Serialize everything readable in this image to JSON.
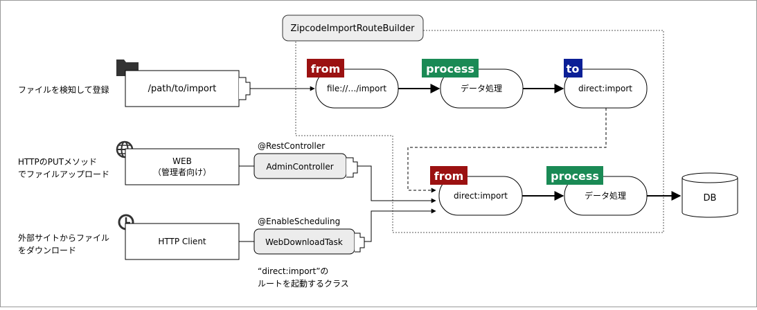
{
  "route_builder": {
    "label": "ZipcodeImportRouteBuilder"
  },
  "left_labels": {
    "file_watch": "ファイルを検知して登録",
    "http_put": [
      "HTTPのPUTメソッド",
      "でファイルアップロード"
    ],
    "external": [
      "外部サイトからファイル",
      "をダウンロード"
    ]
  },
  "sources": {
    "folder": "/path/to/import",
    "web": [
      "WEB",
      "（管理者向け）"
    ],
    "http_client": "HTTP Client"
  },
  "controllers": {
    "admin": {
      "annotation": "@RestController",
      "name": "AdminController"
    },
    "download": {
      "annotation": "@EnableScheduling",
      "name": "WebDownloadTask"
    }
  },
  "route1": {
    "from": {
      "badge": "from",
      "label": "file://…/import"
    },
    "process": {
      "badge": "process",
      "label": "データ処理"
    },
    "to": {
      "badge": "to",
      "label": "direct:import"
    }
  },
  "route2": {
    "from": {
      "badge": "from",
      "label": "direct:import"
    },
    "process": {
      "badge": "process",
      "label": "データ処理"
    }
  },
  "db": {
    "label": "DB"
  },
  "note": [
    "“direct:import”の",
    "ルートを起動するクラス"
  ],
  "colors": {
    "from_badge": "#9b1111",
    "process_badge": "#1a8a55",
    "to_badge": "#0b1f96",
    "controller_fill": "#ececec"
  },
  "icons": [
    "folder-icon",
    "globe-icon",
    "clock-icon"
  ]
}
